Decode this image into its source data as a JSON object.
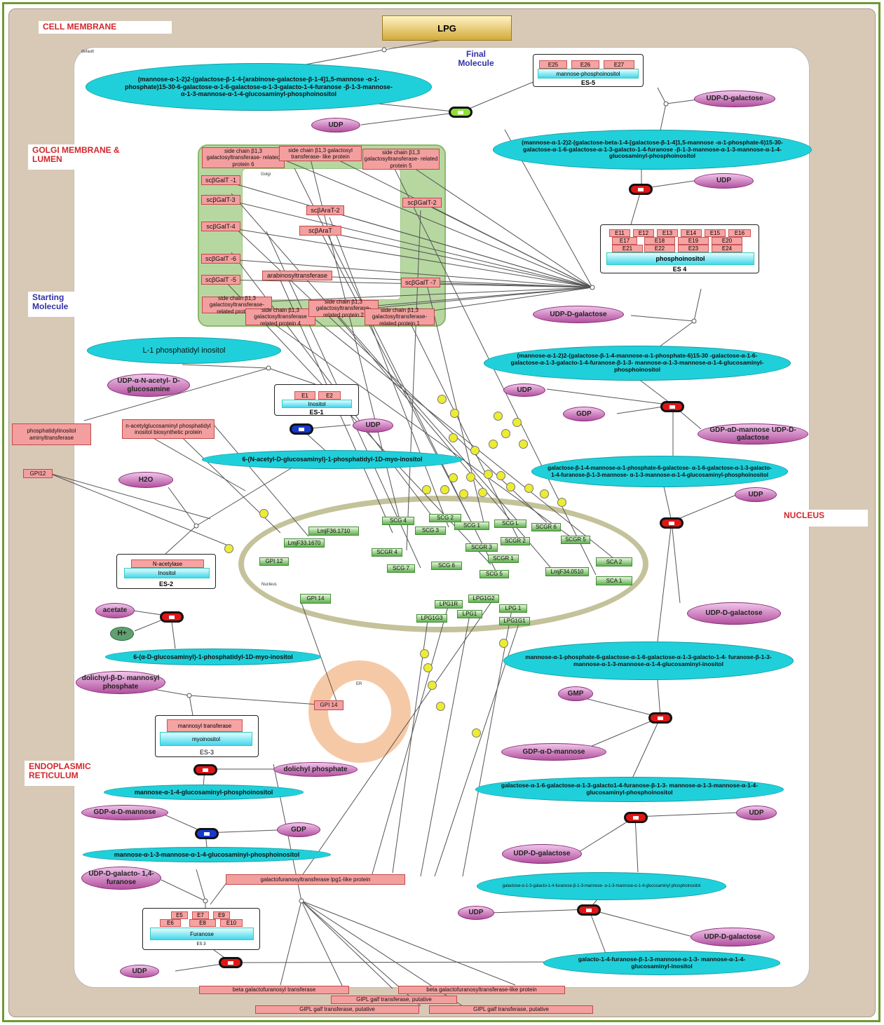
{
  "title": "LPG",
  "compartment_labels": {
    "cell_membrane": "CELL MEMBRANE",
    "final_molecule": "Final Molecule",
    "golgi": "GOLGI MEMBRANE & LUMEN",
    "starting_molecule": "Starting Molecule",
    "nucleus": "NUCLEUS",
    "er": "ENDOPLASMIC RETICULUM",
    "default_tag": "default",
    "golgi_tag": "Golgi",
    "nucleus_tag": "Nucleus",
    "er_tag": "ER"
  },
  "metabolites": {
    "m_final": "(mannose-α-1-2)2-(galactose-β-1-4-[arabinose-galactose-β-1-4]1,5-mannose -α-1-phosphate)15-30-6-galactose-α-1-6-galactose-α-1-3-galacto-1-4-furanose -β-1-3-mannose-α-1-3-mannose-α-1-4-glucosaminyl-phosphoinositol",
    "m_beta": "(mannose-α-1-2)2-(galactose-beta-1-4-[galactose-β-1-4]1,5-mannose -α-1-phosphate-6)15-30-galactose-α-1-6-galactose-α-1-3-galacto-1-4-furanose -β-1-3-mannose-α-1-3-mannose-α-1-4-glucosaminyl-phosphoinositol",
    "m_mannphos": "(mannose-α-1-2)2-(galactose-β-1-4-mannose-α-1-phosphate-6)15-30 -galactose-α-1-6-galactose-α-1-3-galacto-1-4-furanose-β-1-3- mannose-α-1-3-mannose-α-1-4-glucosaminyl-phosphoinositol",
    "m_gal14": "galactose-β-1-4-mannose-α-1-phosphate-6-galactose- α-1-6-galactose-α-1-3-galacto-1-4-furanose-β-1-3-mannose- α-1-3-mannose-α-1-4-glucosaminyl-phosphoinositol",
    "m_mannp6": "mannose-α-1-phosphate-6-galactose-α-1-6-galactose-α-1-3-galacto-1-4- furanose-β-1-3-mannose-α-1-3-mannose-α-1-4-glucosaminyl-inositol",
    "m_gal16": "galactose-α-1-6-galactose-α-1-3-galacto1-4-furanose-β-1-3- mannose-α-1-3-mannose-α-1-4-glucosaminyl-phosphoinositol",
    "m_gal13": "galactose-α-1-3-galacto-1-4-furanose-β-1-3-mannose- α-1-3-mannose-α-1-4-glucosaminyl phosphoinositol",
    "m_galacto14": "galacto-1-4-furanose-β-1-3-mannose-α-1-3- mannose-α-1-4-glucosaminyl-inositol",
    "m_l1pi": "L-1 phosphatidyl inositol",
    "m_6nacetyl": "6-(N-acetyl-D-glucosaminyl)-1-phosphatidyl-1D-myo-inositol",
    "m_6adglc": "6-(α-D-glucosaminyl)-1-phosphatidyl-1D-myo-inositol",
    "m_m14": "mannose-α-1-4-glucosaminyl-phosphoinositol",
    "m_m13": "mannose-α-1-3-mannose-α-1-4-glucosaminyl-phosphoinositol"
  },
  "small_molecules": {
    "udp_top": "UDP",
    "udpgal_top": "UDP-D-galactose",
    "udp_2": "UDP",
    "udpgal_2": "UDP-D-galactose",
    "udp_3": "UDP",
    "gdp_1": "GDP",
    "gdpman_udpgal": "GDP-αD-mannose UDP-D-galactose",
    "udp_4": "UDP",
    "udpgal_4": "UDP-D-galactose",
    "gmp": "GMP",
    "gdpman_2": "GDP-α-D-mannose",
    "udp_5": "UDP",
    "udpgal_5": "UDP-D-galactose",
    "udp_6": "UDP",
    "udpgal_6": "UDP-D-galactose",
    "udpnag": "UDP-α-N-acetyl- D-glucosamine",
    "udp_7": "UDP",
    "h2o": "H2O",
    "acetate": "acetate",
    "hplus": "H+",
    "dolichyl_man": "dolichyl-β-D- mannosyl phosphate",
    "dolichyl_p": "dolichyl phosphate",
    "gdpman_3": "GDP-α-D-mannose",
    "gdp_3": "GDP",
    "udpgalf": "UDP-D-galacto- 1,4-furanose",
    "udp_8": "UDP"
  },
  "complexes": {
    "es5": {
      "name": "ES-5",
      "subs": [
        "E25",
        "E26",
        "E27"
      ],
      "base": "mannose-phosphoinositol"
    },
    "es4": {
      "name": "ES 4",
      "subs": [
        "E11",
        "E12",
        "E13",
        "E14",
        "E15",
        "E16",
        "E17",
        "E18",
        "E19",
        "E20",
        "E21",
        "E22",
        "E23",
        "E24"
      ],
      "base": "phosphoinositol"
    },
    "es1": {
      "name": "ES-1",
      "subs": [
        "E1",
        "E2"
      ],
      "base": "Inositol"
    },
    "es2": {
      "name": "ES-2",
      "subs": [
        "N-acetylase"
      ],
      "base": "Inositol"
    },
    "es3": {
      "name": "ES-3",
      "subs": [
        "mannosyl transferase"
      ],
      "base": "myoinositol"
    },
    "es3b": {
      "name": "ES 3",
      "subs": [
        "E5",
        "E7",
        "E9",
        "E6",
        "E8",
        "E10"
      ],
      "base": "Furanose"
    }
  },
  "golgi_enzymes": {
    "g1": "side chain β1,3 galactosyltransferase- related protein 6",
    "g2": "side chain β1,3 galactosyl transferase- like protein",
    "g3": "side chain β1,3 galactosyltransferase- related protein 5",
    "g4": "scβGalT -1",
    "g5": "scβGalT-3",
    "g6": "scβAraT-2",
    "g7": "scβGalT-2",
    "g8": "scβGalT-4",
    "g9": "scβAraT",
    "g10": "scβGalT -6",
    "g11": "arabinosyltransferase",
    "g12": "scβGalT -5",
    "g13": "scβGalT -7",
    "g14": "side chain β1,3 galactosyltransferase- related protein 3",
    "g15": "side chain β1,3 galactosyltransferase related protein 4",
    "g16": "side chain β1,3 galactosyltransferase- related protein 2",
    "g17": "side chain β1,3 galactosyltransferase- related protein 1"
  },
  "other_enzymes": {
    "e_pai": "phosphatidylinositol aminyltransferase",
    "e_nag": "n-acetylglucosaminyl phosphatidyl inositol biosynthetic protein",
    "e_gpi12": "GPI12",
    "e_gpi14er": "GPI 14",
    "e_galf": "galactofuranosyltransferase lpg1-like protein",
    "e_b1": "beta galactofuranosyl transferase",
    "e_b2": "beta galactofuranosyltransferase-like protein",
    "e_b3": "GIPL galf transferase, putative",
    "e_b4": "GIPL galf transferase, putative",
    "e_b5": "GIPL galf transferase, putative"
  },
  "genes": {
    "n1": "SCG 4",
    "n2": "SCG 2",
    "n3": "SCG 1",
    "n4": "SCG L",
    "n5": "SCGR 6",
    "n6": "LmjF36.1710",
    "n7": "SCG 3",
    "n8": "SCGR 3",
    "n9": "SCGR 2",
    "n10": "SCGR 5",
    "n11": "LmjF33.1670",
    "n12": "SCGR 4",
    "n13": "SCGR 1",
    "n14": "SCA 2",
    "n15": "GPI 12",
    "n16": "SCG 7",
    "n17": "SCG 6",
    "n18": "LmjF34.0510",
    "n19": "SCG 5",
    "n20": "SCA 1",
    "n21": "GPI 14",
    "n22": "LPG1G2",
    "n23": "LPG1R",
    "n24": "LPG 1",
    "n25": "LPG1",
    "n26": "LPG1G3",
    "n27": "LPG1G1"
  },
  "colors": {
    "metabolite": "#1fd0da",
    "small_molecule": "#b2509e",
    "enzyme": "#f49f9f",
    "gene": "#5fb04f",
    "label_red": "#d2262c",
    "label_blue": "#3332a7",
    "cell": "#d8c9b6",
    "golgi": "#b7d7a0"
  }
}
